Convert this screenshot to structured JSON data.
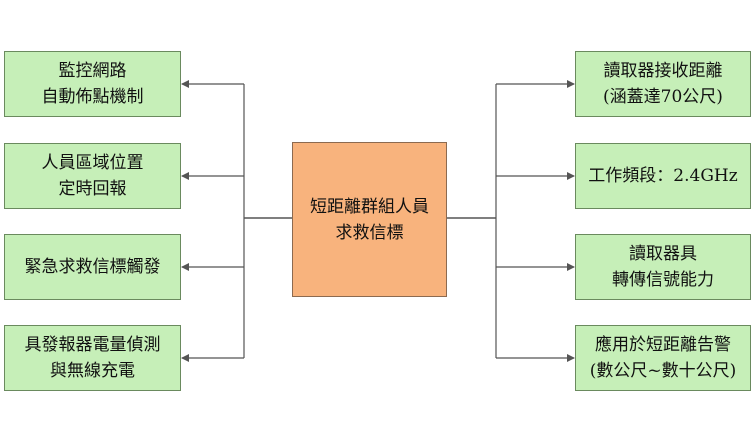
{
  "center": {
    "text": "短距離群組人員\n求救信標"
  },
  "left": [
    {
      "text": "監控網路\n自動佈點機制"
    },
    {
      "text": "人員區域位置\n定時回報"
    },
    {
      "text": "緊急求救信標觸發"
    },
    {
      "text": "具發報器電量偵測\n與無線充電"
    }
  ],
  "right": [
    {
      "text": "讀取器接收距離\n(涵蓋達70公尺)"
    },
    {
      "text": "工作頻段：2.4GHz"
    },
    {
      "text": "讀取器具\n轉傳信號能力"
    },
    {
      "text": "應用於短距離告警\n(數公尺~數十公尺)"
    }
  ],
  "colors": {
    "box_fill": "#c6efb8",
    "center_fill": "#f8b37d",
    "connector": "#555555"
  }
}
